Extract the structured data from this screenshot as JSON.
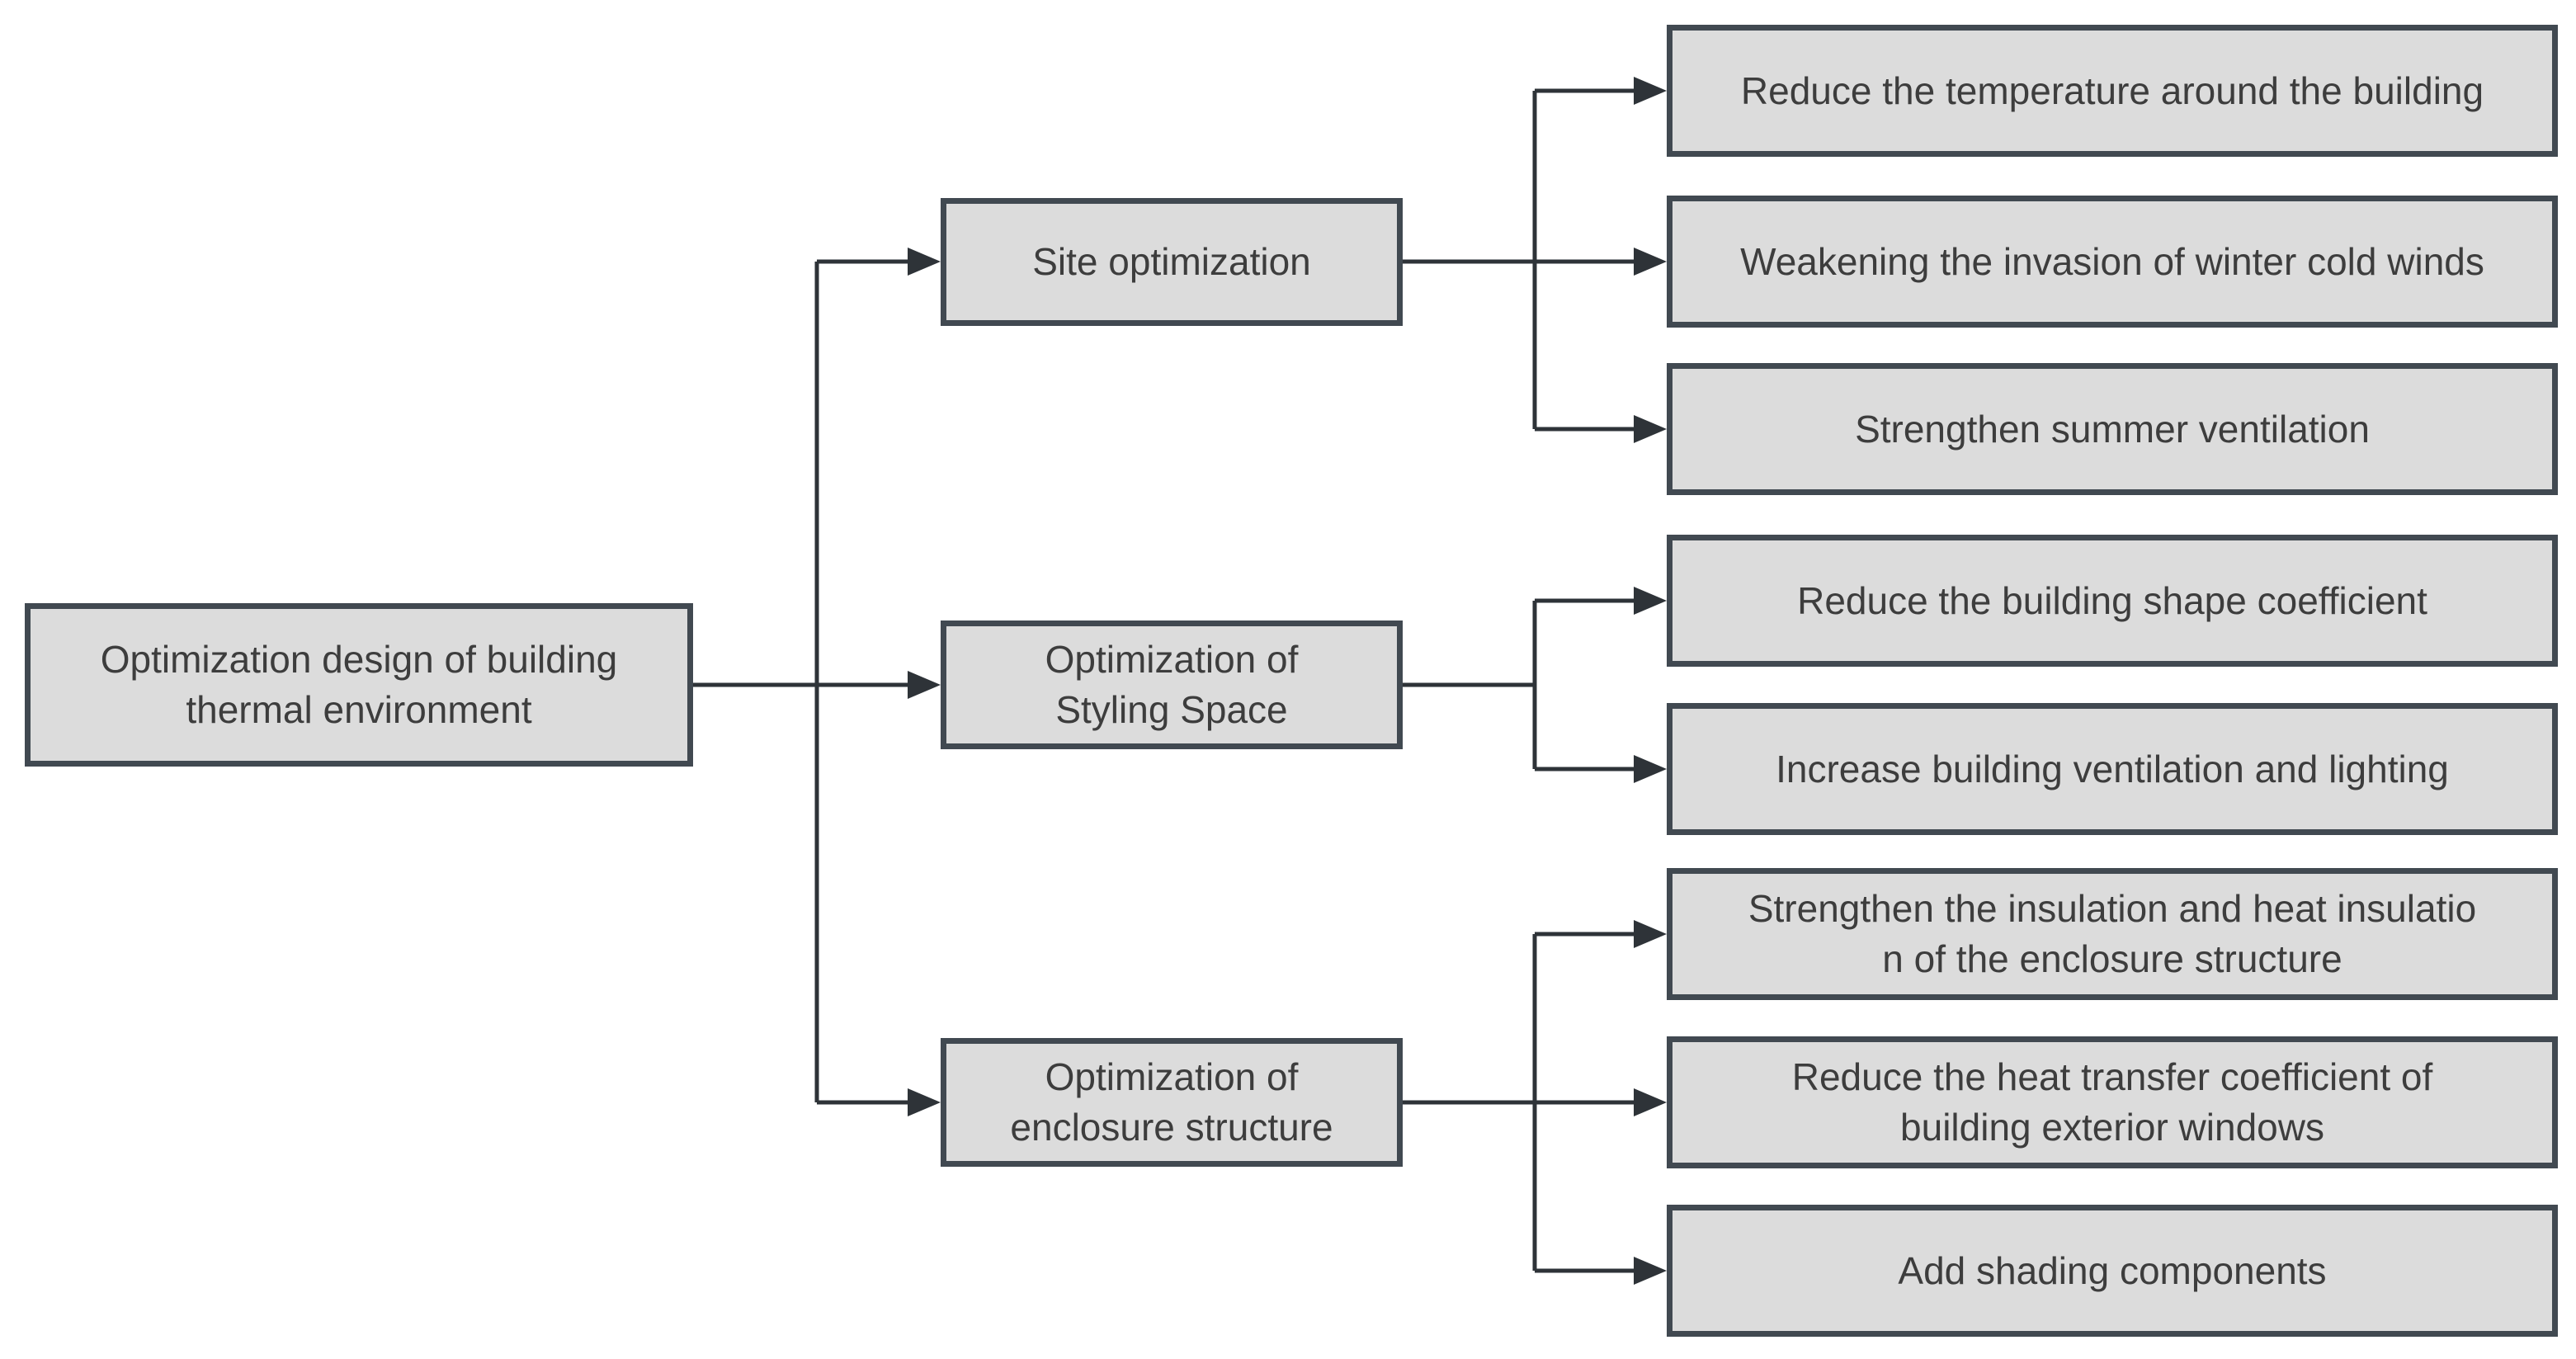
{
  "figure": {
    "background": "#ffffff",
    "box_fill": "#dcdcdc",
    "box_border": "#414951",
    "line_color": "#2e3338",
    "text_color": "#3d3d3d"
  },
  "nodes": {
    "root": {
      "lines": [
        "Optimization design of building",
        "thermal environment"
      ]
    },
    "site": {
      "lines": [
        "Site optimization"
      ]
    },
    "styling": {
      "lines": [
        "Optimization of",
        "Styling Space"
      ]
    },
    "enclosure": {
      "lines": [
        "Optimization of",
        "enclosure structure"
      ]
    },
    "leaf_reduce_temperature": {
      "lines": [
        "Reduce the temperature around the building"
      ]
    },
    "leaf_weaken_winds": {
      "lines": [
        "Weakening the invasion of winter cold winds"
      ]
    },
    "leaf_summer_ventilation": {
      "lines": [
        "Strengthen summer ventilation"
      ]
    },
    "leaf_shape_coefficient": {
      "lines": [
        "Reduce the building shape coefficient"
      ]
    },
    "leaf_ventilation_lighting": {
      "lines": [
        "Increase building ventilation and lighting"
      ]
    },
    "leaf_insulation": {
      "lines": [
        "Strengthen the insulation and heat insulatio",
        "n of the enclosure structure"
      ]
    },
    "leaf_heat_transfer": {
      "lines": [
        "Reduce the heat transfer coefficient of",
        "building exterior windows"
      ]
    },
    "leaf_shading": {
      "lines": [
        "Add shading components"
      ]
    }
  },
  "hierarchy": {
    "root": "root",
    "branches": [
      {
        "node": "site",
        "leaves": [
          "leaf_reduce_temperature",
          "leaf_weaken_winds",
          "leaf_summer_ventilation"
        ]
      },
      {
        "node": "styling",
        "leaves": [
          "leaf_shape_coefficient",
          "leaf_ventilation_lighting"
        ]
      },
      {
        "node": "enclosure",
        "leaves": [
          "leaf_insulation",
          "leaf_heat_transfer",
          "leaf_shading"
        ]
      }
    ]
  }
}
